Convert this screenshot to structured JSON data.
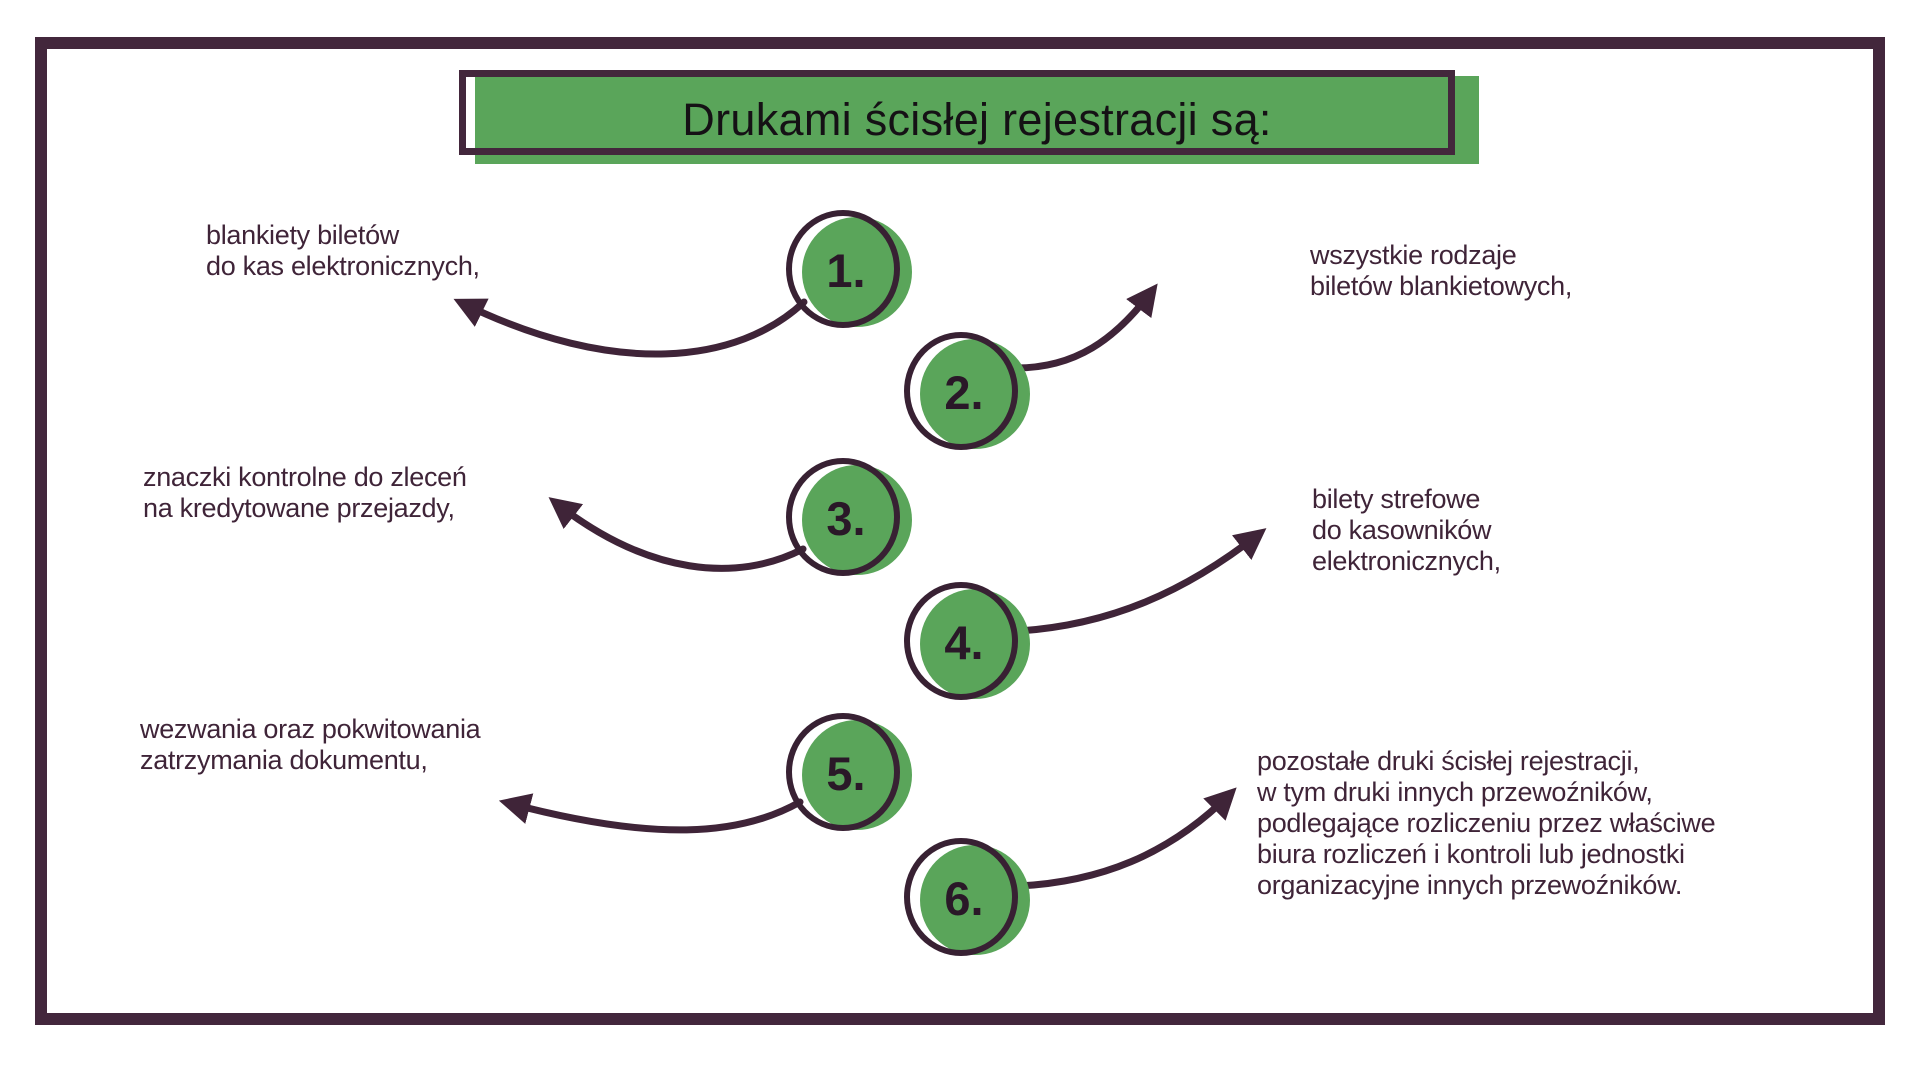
{
  "title": "Drukami ścisłej rejestracji są:",
  "colors": {
    "accent_green": "#5aa55a",
    "dark_purple": "#43273c",
    "text": "#3f2438"
  },
  "items": [
    {
      "number": "1.",
      "side": "left",
      "label": "blankiety biletów\ndo kas elektronicznych,"
    },
    {
      "number": "2.",
      "side": "right",
      "label": "wszystkie rodzaje\nbiletów blankietowych,"
    },
    {
      "number": "3.",
      "side": "left",
      "label": "znaczki kontrolne do zleceń\nna kredytowane przejazdy,"
    },
    {
      "number": "4.",
      "side": "right",
      "label": "bilety strefowe\ndo kasowników\nelektronicznych,"
    },
    {
      "number": "5.",
      "side": "left",
      "label": "wezwania oraz pokwitowania\nzatrzymania dokumentu,"
    },
    {
      "number": "6.",
      "side": "right",
      "label": "pozostałe druki ścisłej rejestracji,\nw tym druki innych przewoźników,\npodlegające rozliczeniu przez właściwe\nbiura rozliczeń i kontroli lub jednostki\norganizacyjne innych przewoźników."
    }
  ]
}
